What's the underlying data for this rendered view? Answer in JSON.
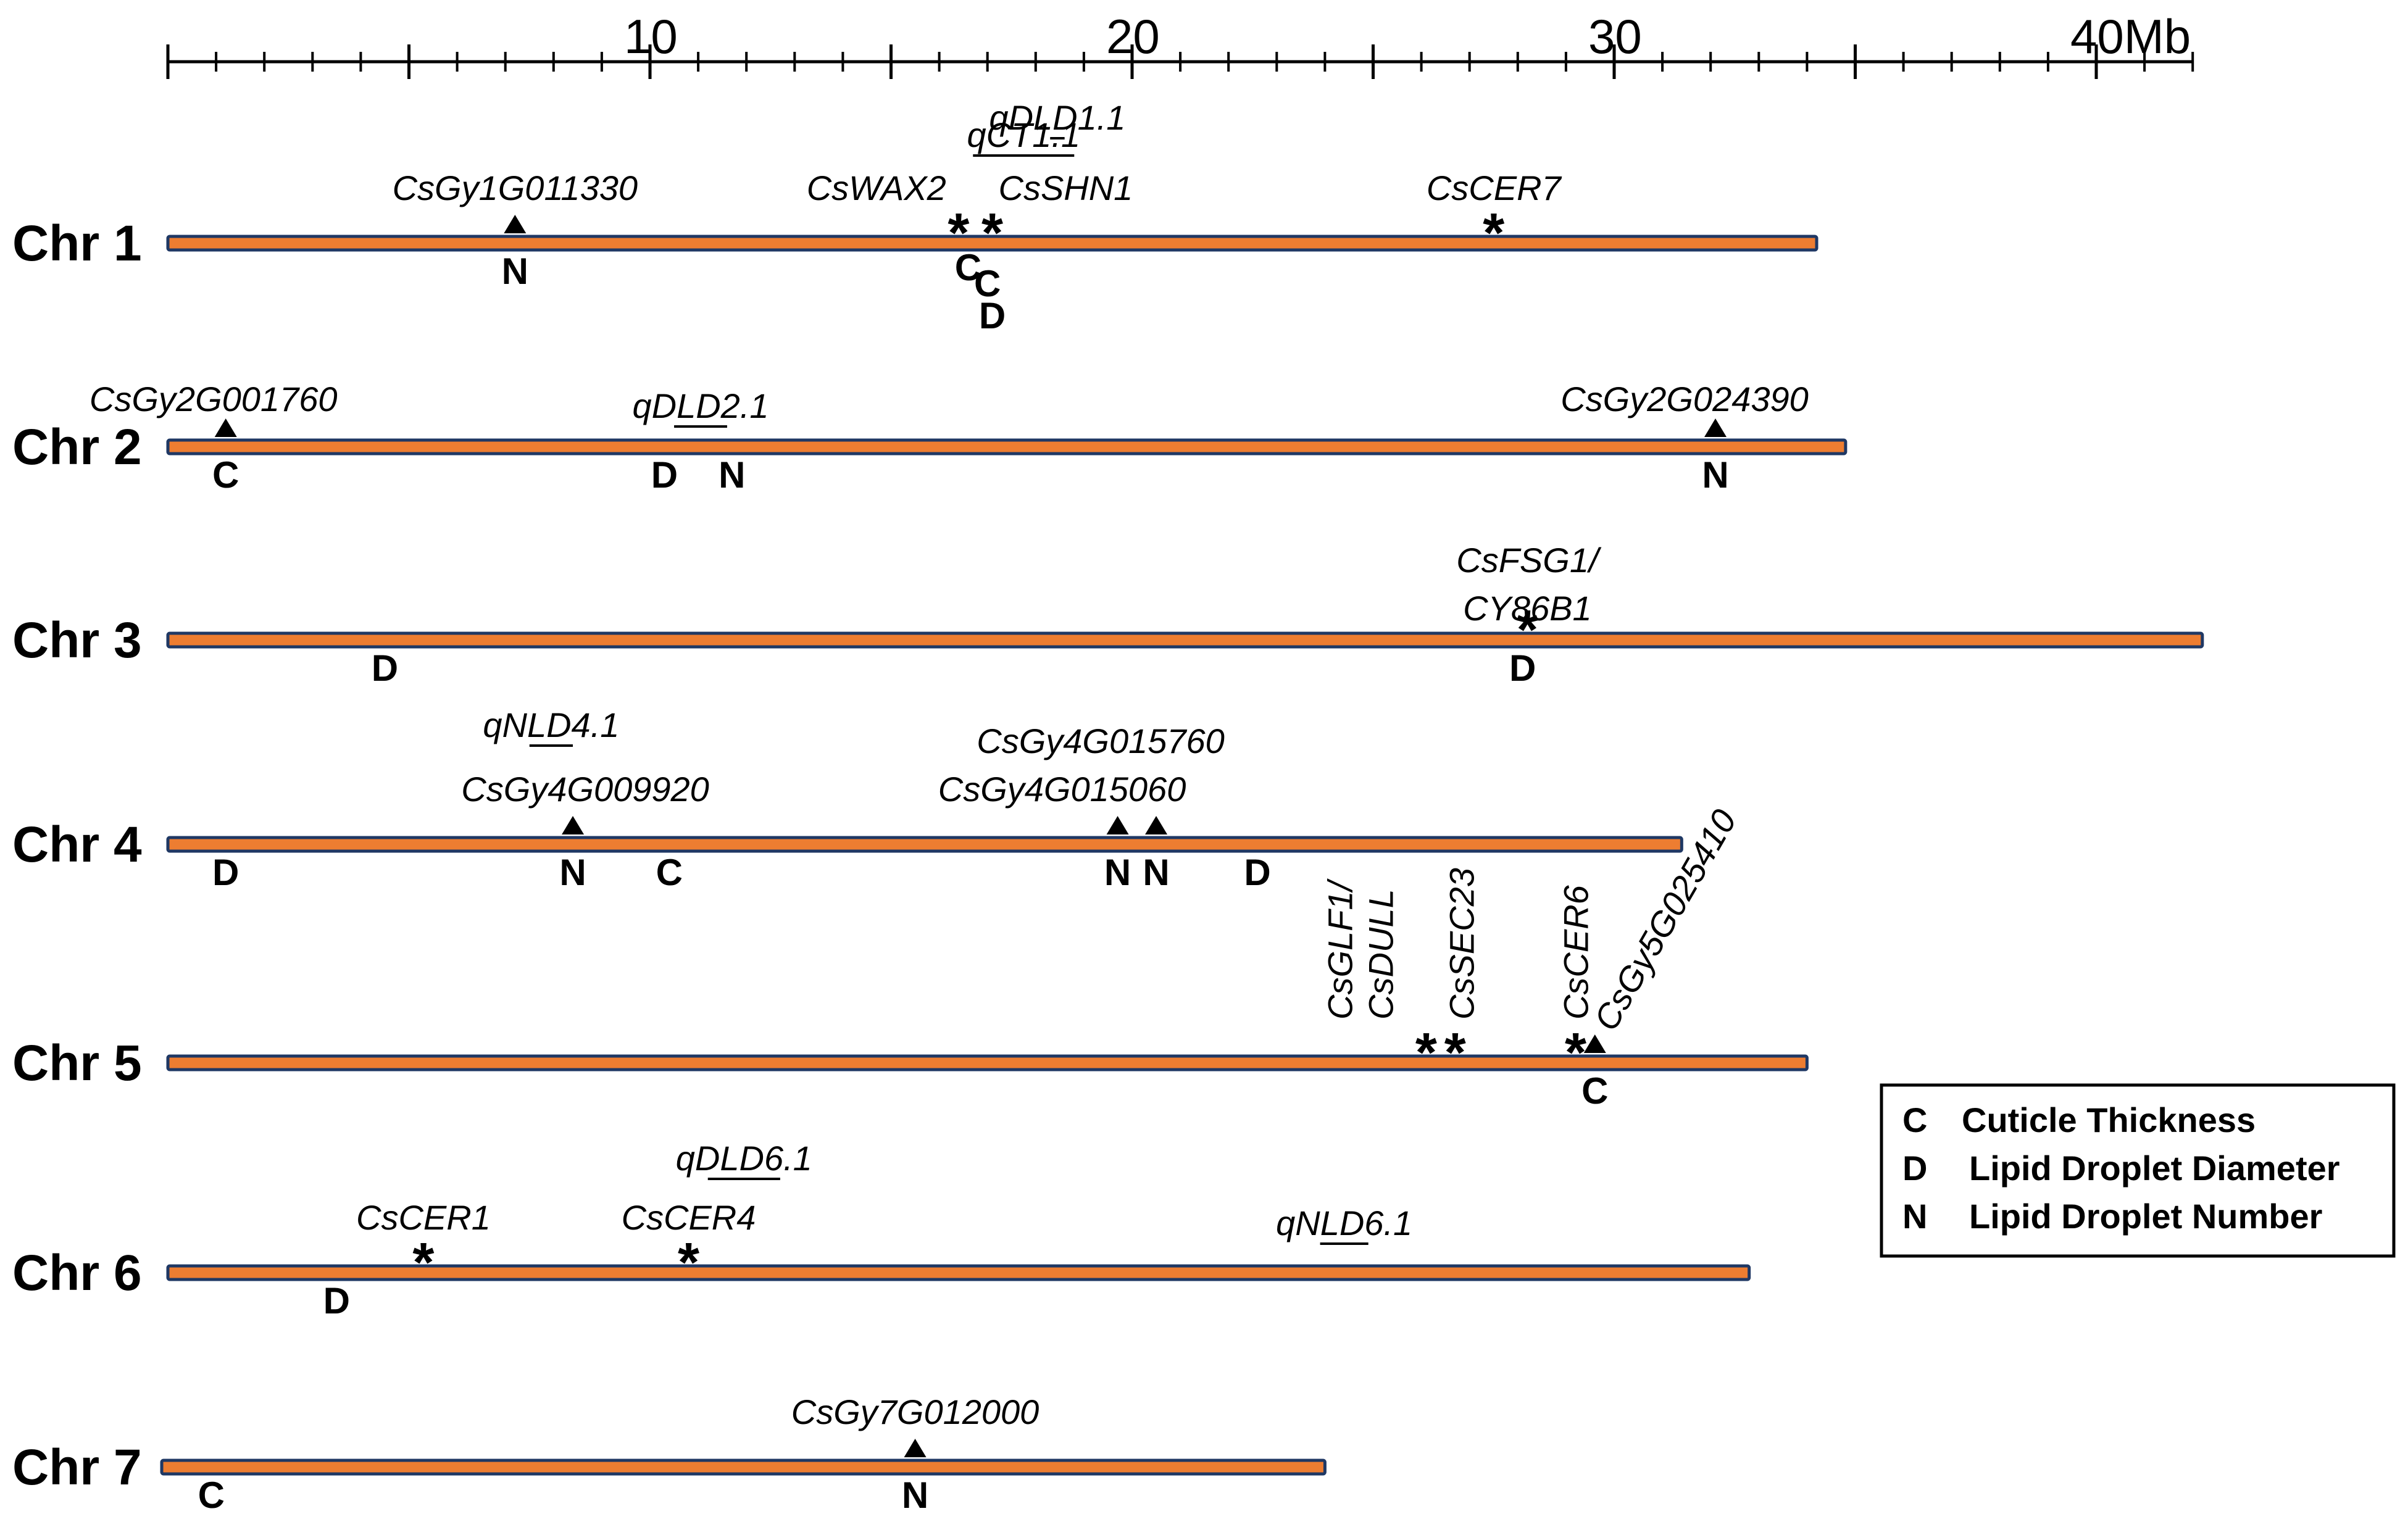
{
  "colors": {
    "bar_fill": "#ED7D31",
    "bar_stroke": "#1F3864",
    "ink": "#000000",
    "background": "#ffffff"
  },
  "axis": {
    "min": 0,
    "max": 42,
    "major_step": 5,
    "minor_step": 1,
    "labels": [
      {
        "value": 10,
        "text": "10"
      },
      {
        "value": 20,
        "text": "20"
      },
      {
        "value": 30,
        "text": "30"
      },
      {
        "value": 40,
        "text": "40Mb"
      }
    ]
  },
  "chromosomes": [
    {
      "id": "chr1",
      "label": "Chr 1",
      "length": 34.2
    },
    {
      "id": "chr2",
      "label": "Chr 2",
      "length": 34.8
    },
    {
      "id": "chr3",
      "label": "Chr 3",
      "length": 42.2
    },
    {
      "id": "chr4",
      "label": "Chr 4",
      "length": 31.4
    },
    {
      "id": "chr5",
      "label": "Chr 5",
      "length": 34.0
    },
    {
      "id": "chr6",
      "label": "Chr 6",
      "length": 32.8
    },
    {
      "id": "chr7",
      "label": "Chr 7",
      "length": 24.0
    }
  ],
  "markers": [
    {
      "chr": 0,
      "pos": 7.2,
      "symbol": "triangle",
      "label": "CsGy1G011330"
    },
    {
      "chr": 0,
      "pos": 16.4,
      "symbol": "star",
      "label": "CsWAX2"
    },
    {
      "chr": 0,
      "pos": 17.1,
      "symbol": "star",
      "label": "CsSHN1"
    },
    {
      "chr": 0,
      "pos": 27.5,
      "symbol": "star",
      "label": "CsCER7"
    },
    {
      "chr": 1,
      "pos": 1.2,
      "symbol": "triangle",
      "label": "CsGy2G001760"
    },
    {
      "chr": 1,
      "pos": 32.1,
      "symbol": "triangle",
      "label": "CsGy2G024390"
    },
    {
      "chr": 2,
      "pos": 28.2,
      "symbol": "star",
      "label": "CsFSG1/ CY86B1"
    },
    {
      "chr": 3,
      "pos": 8.4,
      "symbol": "triangle",
      "label": "CsGy4G009920"
    },
    {
      "chr": 3,
      "pos": 19.7,
      "symbol": "triangle",
      "label": "CsGy4G015060"
    },
    {
      "chr": 3,
      "pos": 20.5,
      "symbol": "triangle",
      "label": "CsGy4G015760"
    },
    {
      "chr": 4,
      "pos": 26.1,
      "symbol": "star",
      "label": "CsGLF1/ CsDULL"
    },
    {
      "chr": 4,
      "pos": 26.7,
      "symbol": "star",
      "label": "CsSEC23"
    },
    {
      "chr": 4,
      "pos": 29.2,
      "symbol": "star",
      "label": "CsCER6"
    },
    {
      "chr": 4,
      "pos": 29.6,
      "symbol": "triangle",
      "label": "CsGy5G025410"
    },
    {
      "chr": 5,
      "pos": 5.3,
      "symbol": "star",
      "label": "CsCER1"
    },
    {
      "chr": 5,
      "pos": 10.8,
      "symbol": "star",
      "label": "CsCER4"
    },
    {
      "chr": 6,
      "pos": 15.5,
      "symbol": "triangle",
      "label": "CsGy7G012000"
    }
  ],
  "qtls": [
    {
      "chr": 0,
      "start": 18.3,
      "end": 18.6,
      "label": "qDLD1.1"
    },
    {
      "chr": 0,
      "start": 16.7,
      "end": 18.8,
      "label": "qCT1.1"
    },
    {
      "chr": 1,
      "start": 10.5,
      "end": 11.6,
      "label": "qDLD2.1"
    },
    {
      "chr": 3,
      "start": 7.5,
      "end": 8.4,
      "label": "qNLD4.1"
    },
    {
      "chr": 5,
      "start": 11.2,
      "end": 12.7,
      "label": "qDLD6.1"
    },
    {
      "chr": 5,
      "start": 23.9,
      "end": 24.9,
      "label": "qNLD6.1"
    }
  ],
  "traits": [
    {
      "chr": 0,
      "pos": 7.2,
      "code": "N"
    },
    {
      "chr": 0,
      "pos": 16.6,
      "code": "C"
    },
    {
      "chr": 0,
      "pos": 17.0,
      "code": "C"
    },
    {
      "chr": 0,
      "pos": 17.1,
      "code": "D"
    },
    {
      "chr": 1,
      "pos": 1.2,
      "code": "C"
    },
    {
      "chr": 1,
      "pos": 10.3,
      "code": "D"
    },
    {
      "chr": 1,
      "pos": 11.7,
      "code": "N"
    },
    {
      "chr": 1,
      "pos": 32.1,
      "code": "N"
    },
    {
      "chr": 2,
      "pos": 4.5,
      "code": "D"
    },
    {
      "chr": 2,
      "pos": 28.1,
      "code": "D"
    },
    {
      "chr": 3,
      "pos": 1.2,
      "code": "D"
    },
    {
      "chr": 3,
      "pos": 8.4,
      "code": "N"
    },
    {
      "chr": 3,
      "pos": 10.4,
      "code": "C"
    },
    {
      "chr": 3,
      "pos": 19.7,
      "code": "N"
    },
    {
      "chr": 3,
      "pos": 20.5,
      "code": "N"
    },
    {
      "chr": 3,
      "pos": 22.6,
      "code": "D"
    },
    {
      "chr": 4,
      "pos": 29.6,
      "code": "C"
    },
    {
      "chr": 5,
      "pos": 3.5,
      "code": "D"
    },
    {
      "chr": 6,
      "pos": 0.9,
      "code": "C"
    },
    {
      "chr": 6,
      "pos": 15.5,
      "code": "N"
    }
  ],
  "legend": [
    {
      "code": "C",
      "text": "Cuticle Thickness"
    },
    {
      "code": "D",
      "text": "Lipid Droplet Diameter"
    },
    {
      "code": "N",
      "text": "Lipid Droplet Number"
    }
  ]
}
